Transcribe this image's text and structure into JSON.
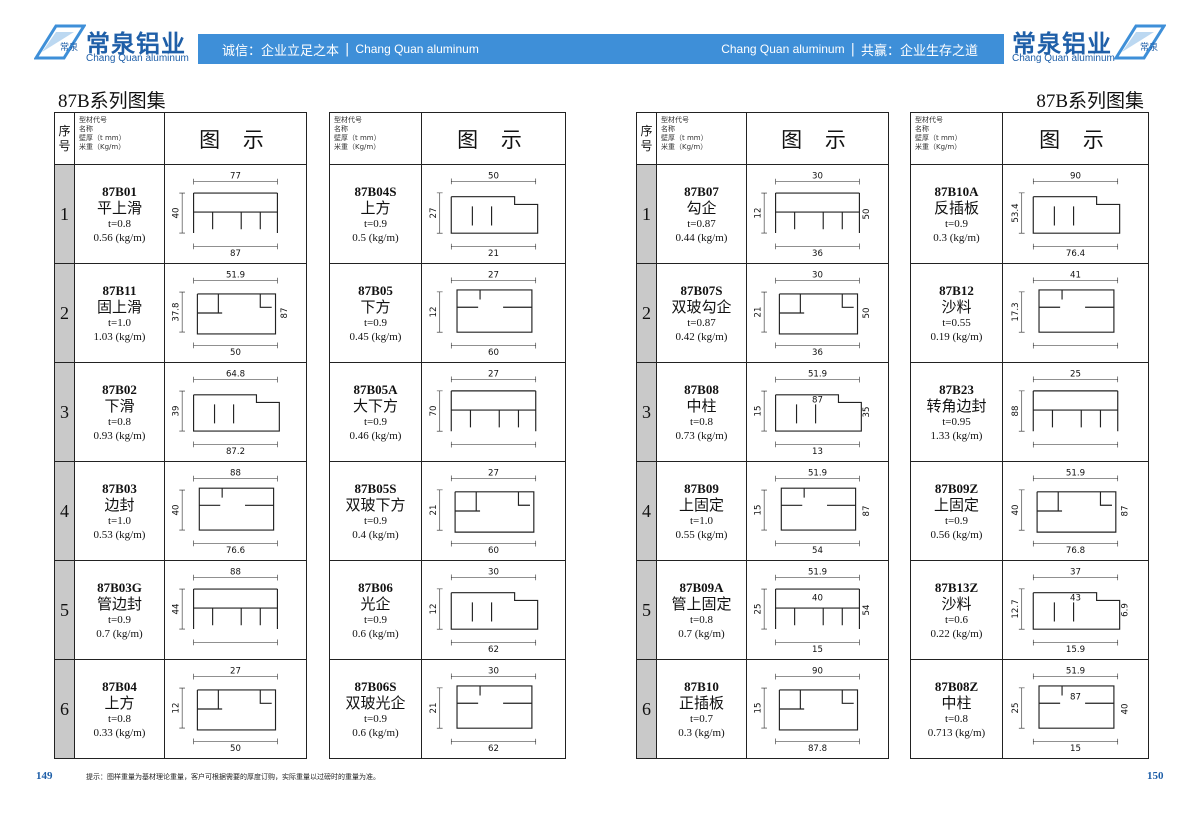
{
  "header": {
    "brand_cn": "常泉铝业",
    "brand_en": "Chang Quan aluminum",
    "logo_mark_text": "常泉",
    "slogan_left_cn": "诚信：企业立足之本",
    "slogan_left_en": "Chang Quan aluminum",
    "slogan_right_en": "Chang Quan aluminum",
    "slogan_right_cn": "共赢：企业生存之道",
    "divider": "|",
    "brand_color": "#1f5fa8",
    "band_color": "#3e8fd8"
  },
  "left_page": {
    "series_title": "87B系列图集",
    "page_number": "149",
    "note": "提示：图样重量为基材理论重量，客户可根据需要的厚度订购，实际重量以过磅时的重量为准。"
  },
  "right_page": {
    "series_title": "87B系列图集",
    "page_number": "150"
  },
  "table_header": {
    "seq": "序号",
    "meta_lines": [
      "型材代号",
      "名称",
      "壁厚（t mm）",
      "米重（Kg/m）"
    ],
    "figure": "图 示"
  },
  "rows": [
    "1",
    "2",
    "3",
    "4",
    "5",
    "6"
  ],
  "tables": [
    {
      "items": [
        {
          "code": "87B01",
          "name": "平上滑",
          "thickness": "t=0.8",
          "weight": "0.56 (kg/m)",
          "dims": [
            "77",
            "40",
            "87"
          ]
        },
        {
          "code": "87B11",
          "name": "固上滑",
          "thickness": "t=1.0",
          "weight": "1.03 (kg/m)",
          "dims": [
            "51.9",
            "37.8",
            "50",
            "87"
          ]
        },
        {
          "code": "87B02",
          "name": "下滑",
          "thickness": "t=0.8",
          "weight": "0.93 (kg/m)",
          "dims": [
            "64.8",
            "39",
            "87.2"
          ]
        },
        {
          "code": "87B03",
          "name": "边封",
          "thickness": "t=1.0",
          "weight": "0.53 (kg/m)",
          "dims": [
            "88",
            "40",
            "76.6"
          ]
        },
        {
          "code": "87B03G",
          "name": "管边封",
          "thickness": "t=0.9",
          "weight": "0.7 (kg/m)",
          "dims": [
            "88",
            "44"
          ]
        },
        {
          "code": "87B04",
          "name": "上方",
          "thickness": "t=0.8",
          "weight": "0.33 (kg/m)",
          "dims": [
            "27",
            "12",
            "50"
          ]
        }
      ]
    },
    {
      "items": [
        {
          "code": "87B04S",
          "name": "上方",
          "thickness": "t=0.9",
          "weight": "0.5 (kg/m)",
          "dims": [
            "50",
            "27",
            "21"
          ]
        },
        {
          "code": "87B05",
          "name": "下方",
          "thickness": "t=0.9",
          "weight": "0.45 (kg/m)",
          "dims": [
            "27",
            "12",
            "60"
          ]
        },
        {
          "code": "87B05A",
          "name": "大下方",
          "thickness": "t=0.9",
          "weight": "0.46 (kg/m)",
          "dims": [
            "27",
            "70"
          ]
        },
        {
          "code": "87B05S",
          "name": "双玻下方",
          "thickness": "t=0.9",
          "weight": "0.4 (kg/m)",
          "dims": [
            "27",
            "21",
            "60"
          ]
        },
        {
          "code": "87B06",
          "name": "光企",
          "thickness": "t=0.9",
          "weight": "0.6 (kg/m)",
          "dims": [
            "30",
            "12",
            "62"
          ]
        },
        {
          "code": "87B06S",
          "name": "双玻光企",
          "thickness": "t=0.9",
          "weight": "0.6 (kg/m)",
          "dims": [
            "30",
            "21",
            "62"
          ]
        }
      ]
    },
    {
      "items": [
        {
          "code": "87B07",
          "name": "勾企",
          "thickness": "t=0.87",
          "weight": "0.44 (kg/m)",
          "dims": [
            "30",
            "12",
            "36",
            "50"
          ]
        },
        {
          "code": "87B07S",
          "name": "双玻勾企",
          "thickness": "t=0.87",
          "weight": "0.42 (kg/m)",
          "dims": [
            "30",
            "21",
            "36",
            "50"
          ]
        },
        {
          "code": "87B08",
          "name": "中柱",
          "thickness": "t=0.8",
          "weight": "0.73 (kg/m)",
          "dims": [
            "51.9",
            "15",
            "13",
            "35",
            "87"
          ]
        },
        {
          "code": "87B09",
          "name": "上固定",
          "thickness": "t=1.0",
          "weight": "0.55 (kg/m)",
          "dims": [
            "51.9",
            "15",
            "54",
            "87"
          ]
        },
        {
          "code": "87B09A",
          "name": "管上固定",
          "thickness": "t=0.8",
          "weight": "0.7 (kg/m)",
          "dims": [
            "51.9",
            "25",
            "15",
            "54",
            "40"
          ]
        },
        {
          "code": "87B10",
          "name": "正插板",
          "thickness": "t=0.7",
          "weight": "0.3 (kg/m)",
          "dims": [
            "90",
            "15",
            "87.8"
          ]
        }
      ]
    },
    {
      "items": [
        {
          "code": "87B10A",
          "name": "反插板",
          "thickness": "t=0.9",
          "weight": "0.3 (kg/m)",
          "dims": [
            "90",
            "53.4",
            "76.4"
          ]
        },
        {
          "code": "87B12",
          "name": "沙料",
          "thickness": "t=0.55",
          "weight": "0.19 (kg/m)",
          "dims": [
            "41",
            "17.3"
          ]
        },
        {
          "code": "87B23",
          "name": "转角边封",
          "thickness": "t=0.95",
          "weight": "1.33 (kg/m)",
          "dims": [
            "25",
            "88"
          ]
        },
        {
          "code": "87B09Z",
          "name": "上固定",
          "thickness": "t=0.9",
          "weight": "0.56 (kg/m)",
          "dims": [
            "51.9",
            "40",
            "76.8",
            "87"
          ]
        },
        {
          "code": "87B13Z",
          "name": "沙料",
          "thickness": "t=0.6",
          "weight": "0.22 (kg/m)",
          "dims": [
            "37",
            "12.7",
            "15.9",
            "6.9",
            "43"
          ]
        },
        {
          "code": "87B08Z",
          "name": "中柱",
          "thickness": "t=0.8",
          "weight": "0.713 (kg/m)",
          "dims": [
            "51.9",
            "25",
            "15",
            "40",
            "87"
          ]
        }
      ]
    }
  ]
}
